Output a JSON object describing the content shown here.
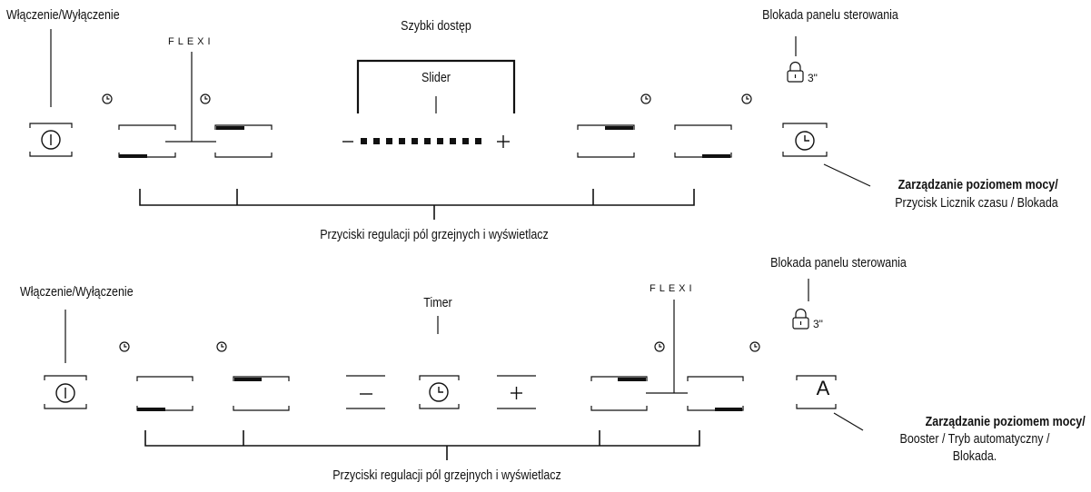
{
  "top": {
    "onoff_label": "Włączenie/Wyłączenie",
    "flexi_label": "FLEXI",
    "quick_access_label": "Szybki dostęp",
    "slider_label": "Slider",
    "panel_lock_label": "Blokada panelu sterowania",
    "lock_time": "3\"",
    "power_mgmt_title": "Zarządzanie poziomem mocy/",
    "power_mgmt_sub": "Przycisk Licznik czasu / Blokada",
    "zones_label": "Przyciski regulacji pól grzejnych i wyświetlacz",
    "slider_minus": "—",
    "slider_plus": "+"
  },
  "bottom": {
    "onoff_label": "Włączenie/Wyłączenie",
    "timer_label": "Timer",
    "flexi_label": "FLEXI",
    "panel_lock_label": "Blokada panelu sterowania",
    "lock_time": "3\"",
    "power_mgmt_title": "Zarządzanie poziomem mocy/",
    "power_mgmt_sub1": "Booster / Tryb automatyczny /",
    "power_mgmt_sub2": "Blokada.",
    "zones_label": "Przyciski regulacji pól grzejnych i wyświetlacz",
    "minus": "—",
    "plus": "+",
    "auto_button": "A"
  },
  "icons": [
    "power-icon",
    "clock-icon",
    "lock-icon"
  ]
}
